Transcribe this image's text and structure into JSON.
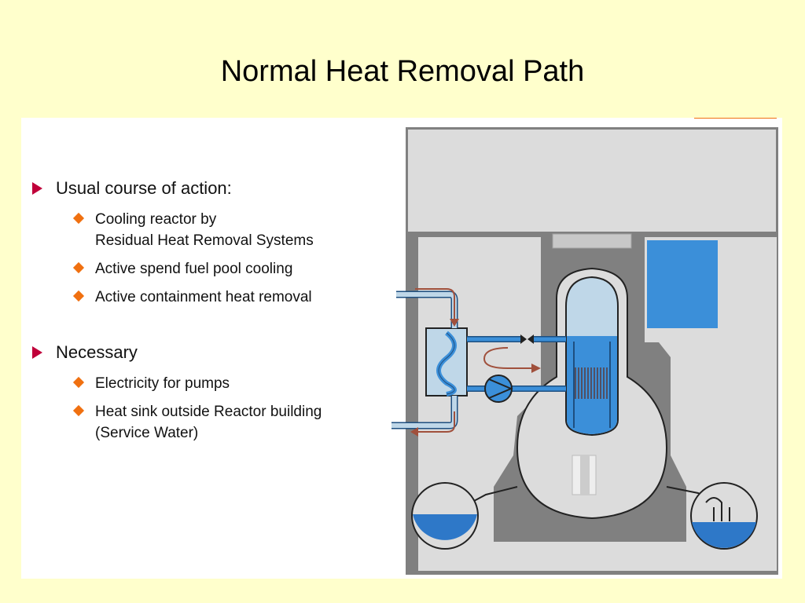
{
  "slide": {
    "title": "Normal Heat Removal Path"
  },
  "bullets": [
    {
      "text": "Usual course of action:",
      "items": [
        "Cooling reactor by\nResidual Heat Removal Systems",
        "Active spend fuel pool cooling",
        "Active containment heat removal"
      ]
    },
    {
      "text": "Necessary",
      "items": [
        "Electricity for pumps",
        "Heat sink outside Reactor building\n(Service Water)"
      ]
    }
  ],
  "colors": {
    "background": "#FFFFCC",
    "level1_marker": "#C0003A",
    "level2_marker": "#F07010",
    "water": "#3B8FD9",
    "concrete": "#808080",
    "flow_arrow": "#A0503C"
  },
  "icons": [
    "triangle-bullet-icon",
    "diamond-bullet-icon",
    "flow-arrow-icon",
    "pump-icon",
    "heat-exchanger-icon"
  ]
}
